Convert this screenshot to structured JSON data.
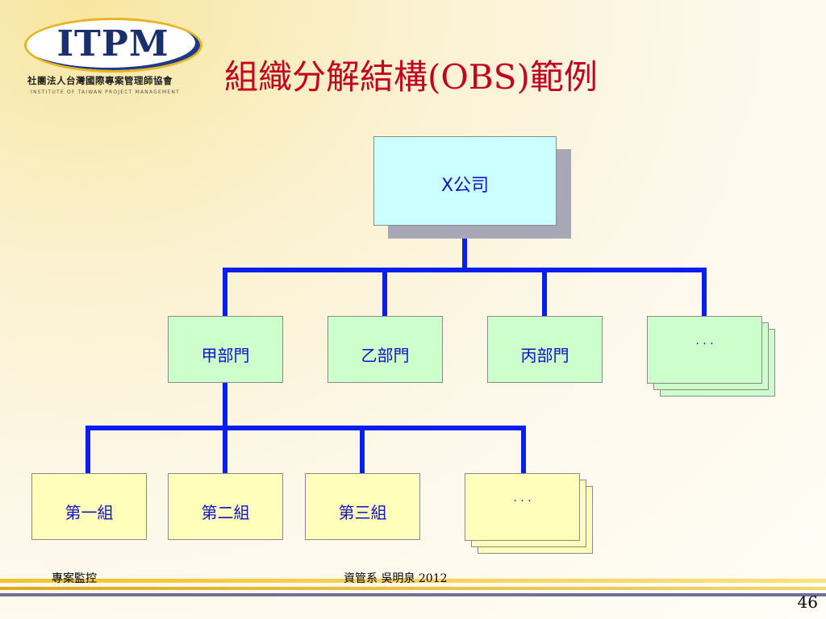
{
  "logo": {
    "mark": "ITPM",
    "org_name_cn": "社團法人台灣國際專案管理師協會",
    "org_name_en": "INSTITUTE OF TAIWAN PROJECT MANAGEMENT"
  },
  "title": "組織分解結構(OBS)範例",
  "org_chart": {
    "root": "X公司",
    "departments": [
      "甲部門",
      "乙部門",
      "丙部門",
      "· · ·"
    ],
    "teams": [
      "第一組",
      "第二組",
      "第三組",
      "· · ·"
    ]
  },
  "footer": {
    "left": "專案監控",
    "center": "資管系 吳明泉 2012",
    "page": "46"
  },
  "colors": {
    "title": "#c4001e",
    "connector": "#0a1ef0",
    "root_fill": "#ccffff",
    "dept_fill": "#ccffcc",
    "team_fill": "#ffffbb",
    "box_text": "#1010c8"
  }
}
